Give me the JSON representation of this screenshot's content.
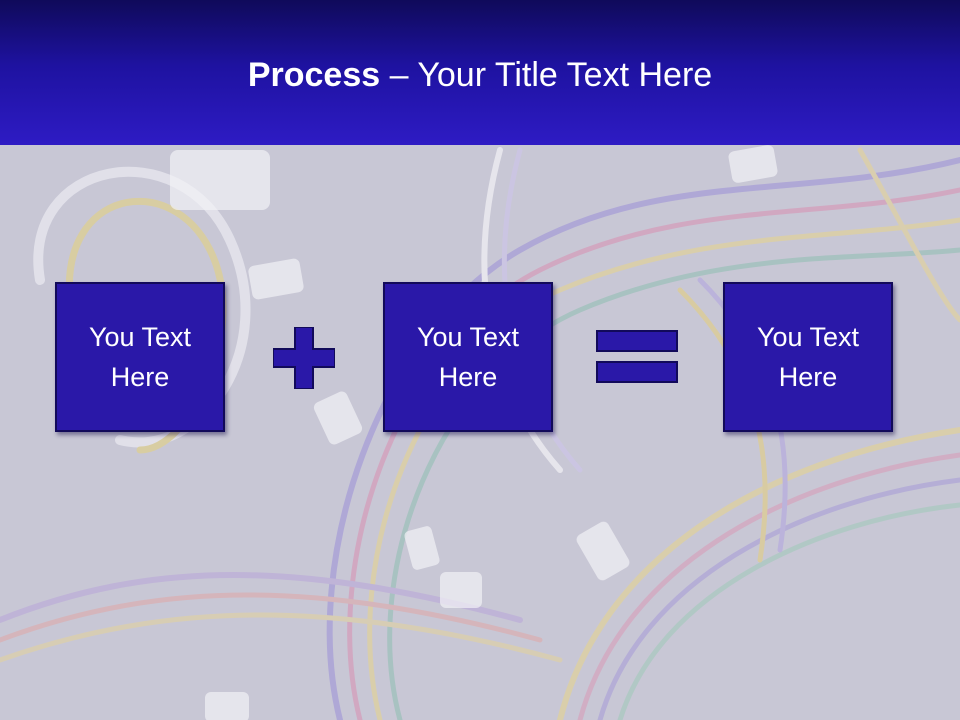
{
  "slide": {
    "title_bold": "Process",
    "title_rest": " – Your Title Text Here"
  },
  "process": {
    "boxes": [
      {
        "text": "You Text Here"
      },
      {
        "text": "You Text Here"
      },
      {
        "text": "You Text Here"
      }
    ],
    "operators": [
      "plus-icon",
      "equals-icon"
    ]
  },
  "colors": {
    "header_top": "#0f0a5a",
    "header_bottom": "#2e1bc4",
    "box_fill": "#2a18a8",
    "box_border": "#120a5a",
    "background": "#c7c6d4"
  }
}
